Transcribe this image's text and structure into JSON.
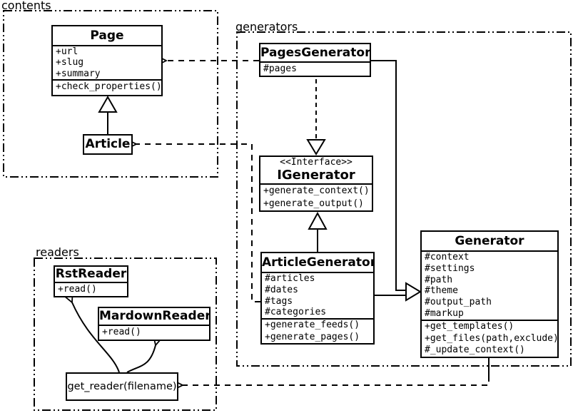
{
  "diagram": {
    "kind": "uml-class-diagram",
    "stroke_color": "#000000",
    "background_color": "#ffffff"
  },
  "packages": {
    "contents": {
      "label": "contents"
    },
    "generators": {
      "label": "generators"
    },
    "readers": {
      "label": "readers"
    }
  },
  "classes": {
    "page": {
      "name": "Page",
      "attrs": [
        "+url",
        "+slug",
        "+summary"
      ],
      "methods": [
        "+check_properties()"
      ]
    },
    "article": {
      "name": "Article"
    },
    "pages_generator": {
      "name": "PagesGenerator",
      "attrs": [
        "#pages"
      ]
    },
    "igenerator": {
      "stereotype": "<<Interface>>",
      "name": "IGenerator",
      "methods": [
        "+generate_context()",
        "+generate_output()"
      ]
    },
    "article_generator": {
      "name": "ArticleGenerator",
      "attrs": [
        "#articles",
        "#dates",
        "#tags",
        "#categories"
      ],
      "methods": [
        "+generate_feeds()",
        "+generate_pages()"
      ]
    },
    "generator": {
      "name": "Generator",
      "attrs": [
        "#context",
        "#settings",
        "#path",
        "#theme",
        "#output_path",
        "#markup"
      ],
      "methods": [
        "+get_templates()",
        "+get_files(path,exclude)",
        "#_update_context()"
      ]
    },
    "rst_reader": {
      "name": "RstReader",
      "methods": [
        "+read()"
      ]
    },
    "mardown_reader": {
      "name": "MardownReader",
      "methods": [
        "+read()"
      ]
    },
    "get_reader": {
      "label": "get_reader(filename)"
    }
  },
  "relations": [
    {
      "from": "Article",
      "to": "Page",
      "type": "generalization"
    },
    {
      "from": "PagesGenerator",
      "to": "IGenerator",
      "type": "realization"
    },
    {
      "from": "ArticleGenerator",
      "to": "IGenerator",
      "type": "generalization"
    },
    {
      "from": "PagesGenerator",
      "to": "Generator",
      "type": "generalization"
    },
    {
      "from": "ArticleGenerator",
      "to": "Generator",
      "type": "generalization"
    },
    {
      "from": "PagesGenerator",
      "to": "Page",
      "type": "dependency"
    },
    {
      "from": "ArticleGenerator",
      "to": "Article",
      "type": "dependency"
    },
    {
      "from": "Generator",
      "to": "get_reader(filename)",
      "type": "dependency"
    },
    {
      "from": "get_reader(filename)",
      "to": "RstReader",
      "type": "arrow"
    },
    {
      "from": "get_reader(filename)",
      "to": "MardownReader",
      "type": "arrow"
    }
  ]
}
